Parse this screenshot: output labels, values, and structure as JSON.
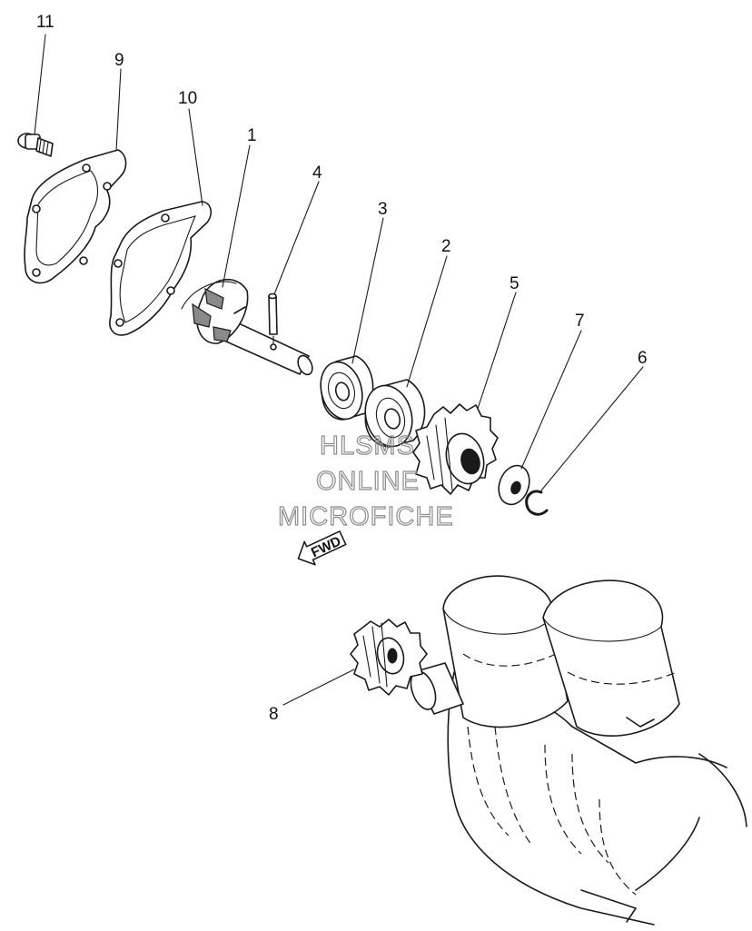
{
  "callouts": [
    {
      "id": "c11",
      "label": "11"
    },
    {
      "id": "c9",
      "label": "9"
    },
    {
      "id": "c10",
      "label": "10"
    },
    {
      "id": "c1",
      "label": "1"
    },
    {
      "id": "c4",
      "label": "4"
    },
    {
      "id": "c3",
      "label": "3"
    },
    {
      "id": "c2",
      "label": "2"
    },
    {
      "id": "c5",
      "label": "5"
    },
    {
      "id": "c7",
      "label": "7"
    },
    {
      "id": "c6",
      "label": "6"
    },
    {
      "id": "c8",
      "label": "8"
    }
  ],
  "watermark": {
    "line1": "HLSMS",
    "line2": "ONLINE",
    "line3": "MICROFICHE"
  },
  "direction_arrow": {
    "label": "FWD"
  }
}
